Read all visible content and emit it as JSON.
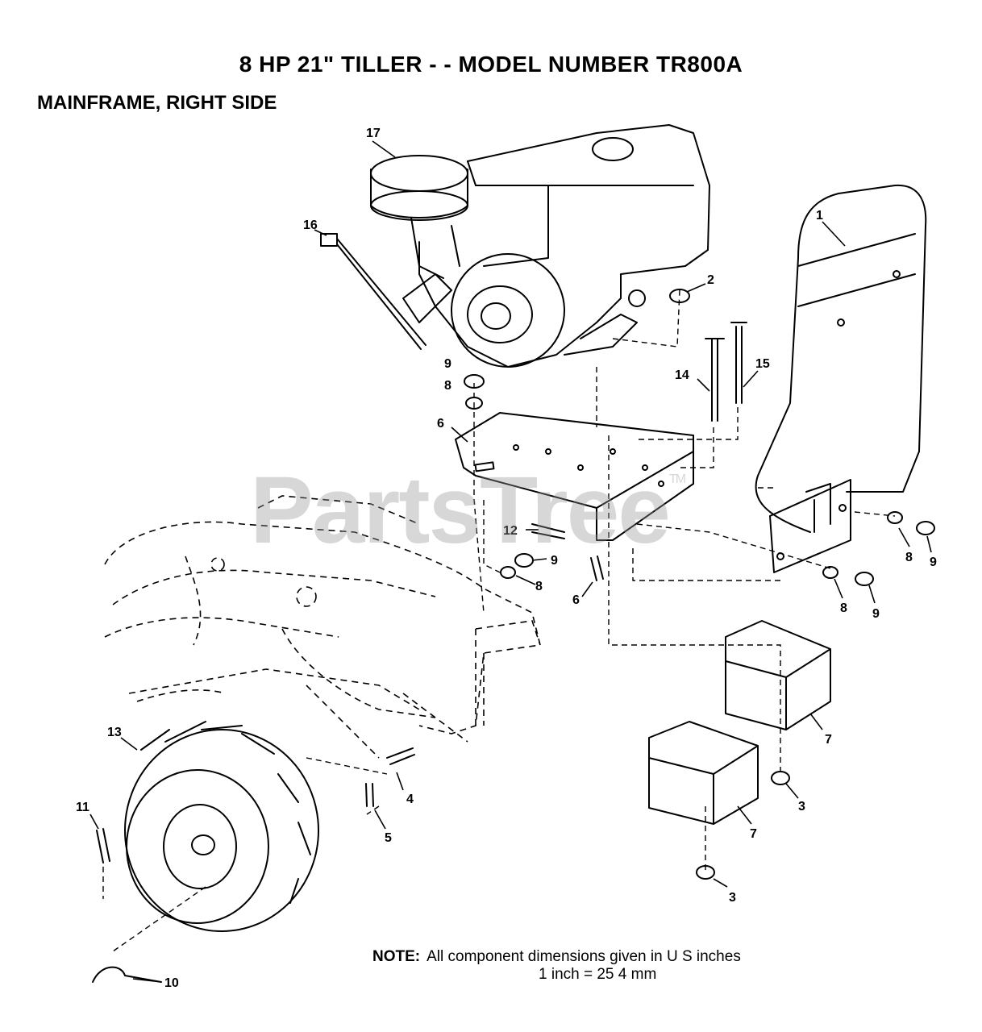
{
  "header": {
    "title": "8 HP 21\" TILLER - - MODEL NUMBER TR800A",
    "subtitle": "MAINFRAME, RIGHT SIDE"
  },
  "watermark": {
    "text": "PartsTree",
    "trademark": "TM"
  },
  "callouts": [
    {
      "id": "c1",
      "label": "1"
    },
    {
      "id": "c2",
      "label": "2"
    },
    {
      "id": "c3a",
      "label": "3"
    },
    {
      "id": "c3b",
      "label": "3"
    },
    {
      "id": "c4",
      "label": "4"
    },
    {
      "id": "c5",
      "label": "5"
    },
    {
      "id": "c6a",
      "label": "6"
    },
    {
      "id": "c6b",
      "label": "6"
    },
    {
      "id": "c7a",
      "label": "7"
    },
    {
      "id": "c7b",
      "label": "7"
    },
    {
      "id": "c8a",
      "label": "8"
    },
    {
      "id": "c8b",
      "label": "8"
    },
    {
      "id": "c8c",
      "label": "8"
    },
    {
      "id": "c8d",
      "label": "8"
    },
    {
      "id": "c9a",
      "label": "9"
    },
    {
      "id": "c9b",
      "label": "9"
    },
    {
      "id": "c9c",
      "label": "9"
    },
    {
      "id": "c9d",
      "label": "9"
    },
    {
      "id": "c10",
      "label": "10"
    },
    {
      "id": "c11",
      "label": "11"
    },
    {
      "id": "c12",
      "label": "12"
    },
    {
      "id": "c13",
      "label": "13"
    },
    {
      "id": "c14",
      "label": "14"
    },
    {
      "id": "c15",
      "label": "15"
    },
    {
      "id": "c16",
      "label": "16"
    },
    {
      "id": "c17",
      "label": "17"
    }
  ],
  "note": {
    "label": "NOTE:",
    "line1": "All component dimensions given in U S inches",
    "line2": "1 inch = 25 4 mm"
  }
}
